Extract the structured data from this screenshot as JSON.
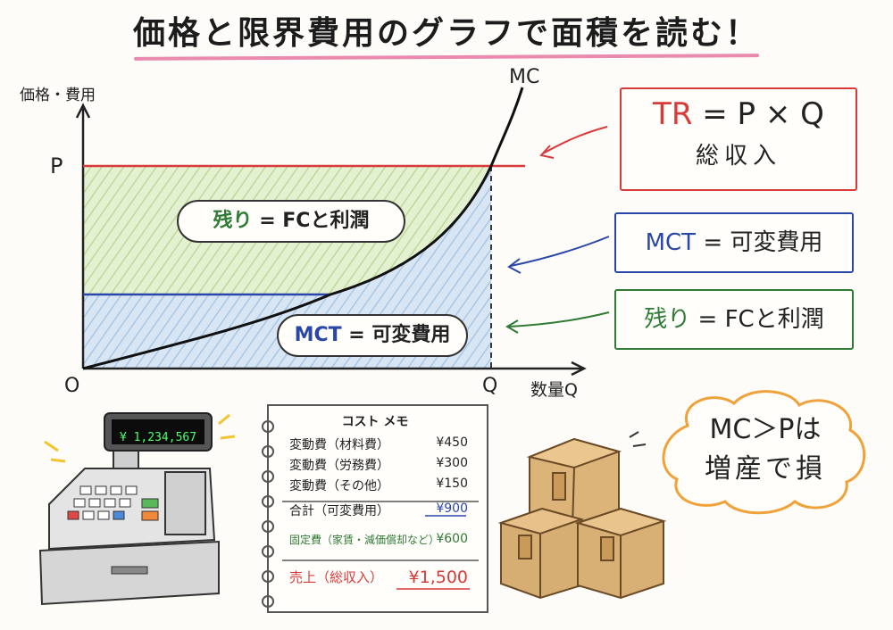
{
  "title": "価格と限界費用のグラフで面積を読む！",
  "axes": {
    "y_label": "価格・費用",
    "x_label": "数量Q",
    "origin": "O",
    "p_tick": "P",
    "q_tick": "Q",
    "mc_label": "MC"
  },
  "regions": {
    "upper_label_a": "残り",
    "upper_label_b": " = FCと利潤",
    "lower_label_a": "MCT",
    "lower_label_b": " = 可変費用"
  },
  "boxes": {
    "tr_a": "TR",
    "tr_b": " = P × Q",
    "tr_sub": "総収入",
    "mct_a": "MCT",
    "mct_b": " = 可変費用",
    "rem_a": "残り",
    "rem_b": " = FCと利潤"
  },
  "cloud": {
    "line1": "MC＞Pは",
    "line2": "増産で損"
  },
  "register_display": "¥ 1,234,567",
  "memo": {
    "heading": "コスト メモ",
    "rows": [
      {
        "label": "変動費（材料費）",
        "value": "¥450"
      },
      {
        "label": "変動費（労務費）",
        "value": "¥300"
      },
      {
        "label": "変動費（その他）",
        "value": "¥150"
      },
      {
        "label": "合計（可変費用）",
        "value": "¥900"
      },
      {
        "label": "固定費（家賃・減価償却など）",
        "value": "¥600"
      },
      {
        "label": "売上（総収入）",
        "value": "¥1,500"
      }
    ]
  },
  "colors": {
    "red": "#d83a3a",
    "blue": "#2a46a8",
    "green": "#2f7a34",
    "green_fill": "#dcedc4",
    "blue_fill": "#cfe0f2"
  }
}
